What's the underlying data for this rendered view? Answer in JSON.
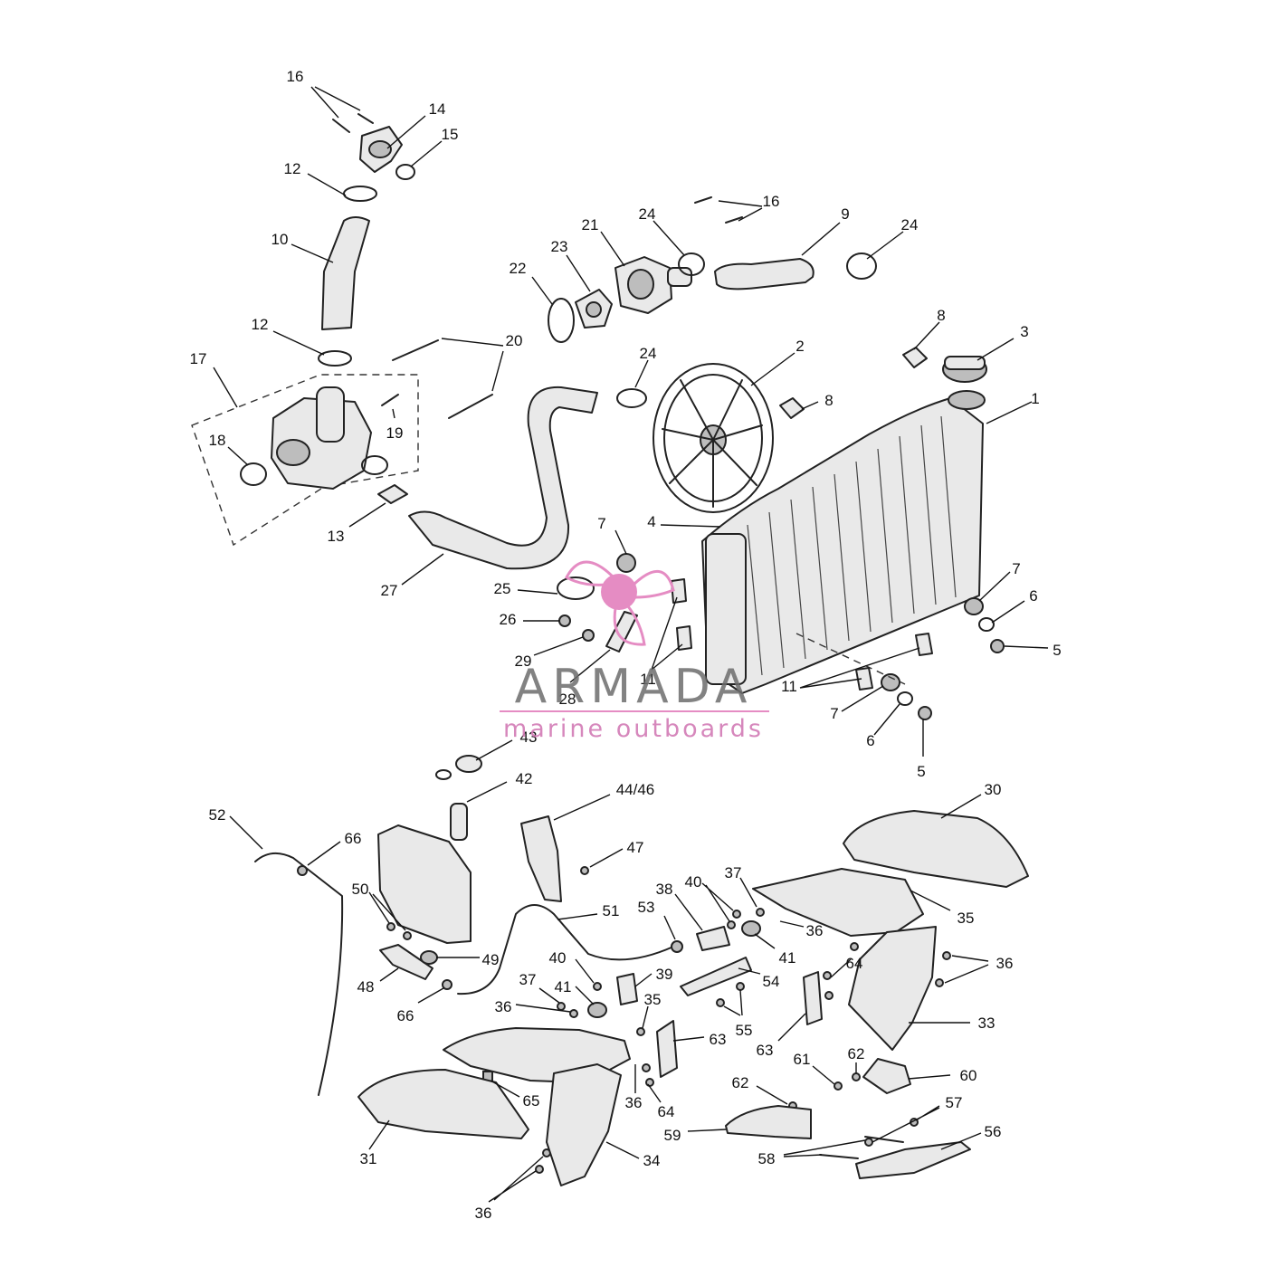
{
  "watermark": {
    "brand": "ARMADA",
    "tagline": "marine outboards",
    "logo_icon": "propeller-icon",
    "accent_color": "#e58cc3",
    "text_color": "#6d6d6d"
  },
  "callouts": [
    {
      "id": "c16a",
      "label": "16"
    },
    {
      "id": "c14",
      "label": "14"
    },
    {
      "id": "c15",
      "label": "15"
    },
    {
      "id": "c12a",
      "label": "12"
    },
    {
      "id": "c10",
      "label": "10"
    },
    {
      "id": "c12b",
      "label": "12"
    },
    {
      "id": "c17",
      "label": "17"
    },
    {
      "id": "c18",
      "label": "18"
    },
    {
      "id": "c19",
      "label": "19"
    },
    {
      "id": "c20",
      "label": "20"
    },
    {
      "id": "c13",
      "label": "13"
    },
    {
      "id": "c27",
      "label": "27"
    },
    {
      "id": "c22",
      "label": "22"
    },
    {
      "id": "c23",
      "label": "23"
    },
    {
      "id": "c21",
      "label": "21"
    },
    {
      "id": "c24a",
      "label": "24"
    },
    {
      "id": "c16b",
      "label": "16"
    },
    {
      "id": "c9",
      "label": "9"
    },
    {
      "id": "c24b",
      "label": "24"
    },
    {
      "id": "c24c",
      "label": "24"
    },
    {
      "id": "c2",
      "label": "2"
    },
    {
      "id": "c8a",
      "label": "8"
    },
    {
      "id": "c8b",
      "label": "8"
    },
    {
      "id": "c3",
      "label": "3"
    },
    {
      "id": "c1",
      "label": "1"
    },
    {
      "id": "c7a",
      "label": "7"
    },
    {
      "id": "c4",
      "label": "4"
    },
    {
      "id": "c25",
      "label": "25"
    },
    {
      "id": "c26",
      "label": "26"
    },
    {
      "id": "c29",
      "label": "29"
    },
    {
      "id": "c28",
      "label": "28"
    },
    {
      "id": "c11a",
      "label": "11"
    },
    {
      "id": "c7b",
      "label": "7"
    },
    {
      "id": "c6a",
      "label": "6"
    },
    {
      "id": "c5a",
      "label": "5"
    },
    {
      "id": "c11b",
      "label": "11"
    },
    {
      "id": "c7c",
      "label": "7"
    },
    {
      "id": "c6b",
      "label": "6"
    },
    {
      "id": "c5b",
      "label": "5"
    },
    {
      "id": "c43",
      "label": "43"
    },
    {
      "id": "c42",
      "label": "42"
    },
    {
      "id": "c4446",
      "label": "44/46"
    },
    {
      "id": "c30",
      "label": "30"
    },
    {
      "id": "c52",
      "label": "52"
    },
    {
      "id": "c66a",
      "label": "66"
    },
    {
      "id": "c47",
      "label": "47"
    },
    {
      "id": "c50",
      "label": "50"
    },
    {
      "id": "c51",
      "label": "51"
    },
    {
      "id": "c38",
      "label": "38"
    },
    {
      "id": "c40a",
      "label": "40"
    },
    {
      "id": "c37a",
      "label": "37"
    },
    {
      "id": "c35a",
      "label": "35"
    },
    {
      "id": "c53",
      "label": "53"
    },
    {
      "id": "c36a",
      "label": "36"
    },
    {
      "id": "c41a",
      "label": "41"
    },
    {
      "id": "c49",
      "label": "49"
    },
    {
      "id": "c48",
      "label": "48"
    },
    {
      "id": "c64a",
      "label": "64"
    },
    {
      "id": "c36b",
      "label": "36"
    },
    {
      "id": "c40b",
      "label": "40"
    },
    {
      "id": "c39",
      "label": "39"
    },
    {
      "id": "c54",
      "label": "54"
    },
    {
      "id": "c66b",
      "label": "66"
    },
    {
      "id": "c37b",
      "label": "37"
    },
    {
      "id": "c41b",
      "label": "41"
    },
    {
      "id": "c36c",
      "label": "36"
    },
    {
      "id": "c35b",
      "label": "35"
    },
    {
      "id": "c55",
      "label": "55"
    },
    {
      "id": "c33",
      "label": "33"
    },
    {
      "id": "c63a",
      "label": "63"
    },
    {
      "id": "c63b",
      "label": "63"
    },
    {
      "id": "c61",
      "label": "61"
    },
    {
      "id": "c62a",
      "label": "62"
    },
    {
      "id": "c60",
      "label": "60"
    },
    {
      "id": "c62b",
      "label": "62"
    },
    {
      "id": "c65",
      "label": "65"
    },
    {
      "id": "c36d",
      "label": "36"
    },
    {
      "id": "c64b",
      "label": "64"
    },
    {
      "id": "c57",
      "label": "57"
    },
    {
      "id": "c59",
      "label": "59"
    },
    {
      "id": "c56",
      "label": "56"
    },
    {
      "id": "c31",
      "label": "31"
    },
    {
      "id": "c34",
      "label": "34"
    },
    {
      "id": "c58",
      "label": "58"
    },
    {
      "id": "c36e",
      "label": "36"
    }
  ]
}
